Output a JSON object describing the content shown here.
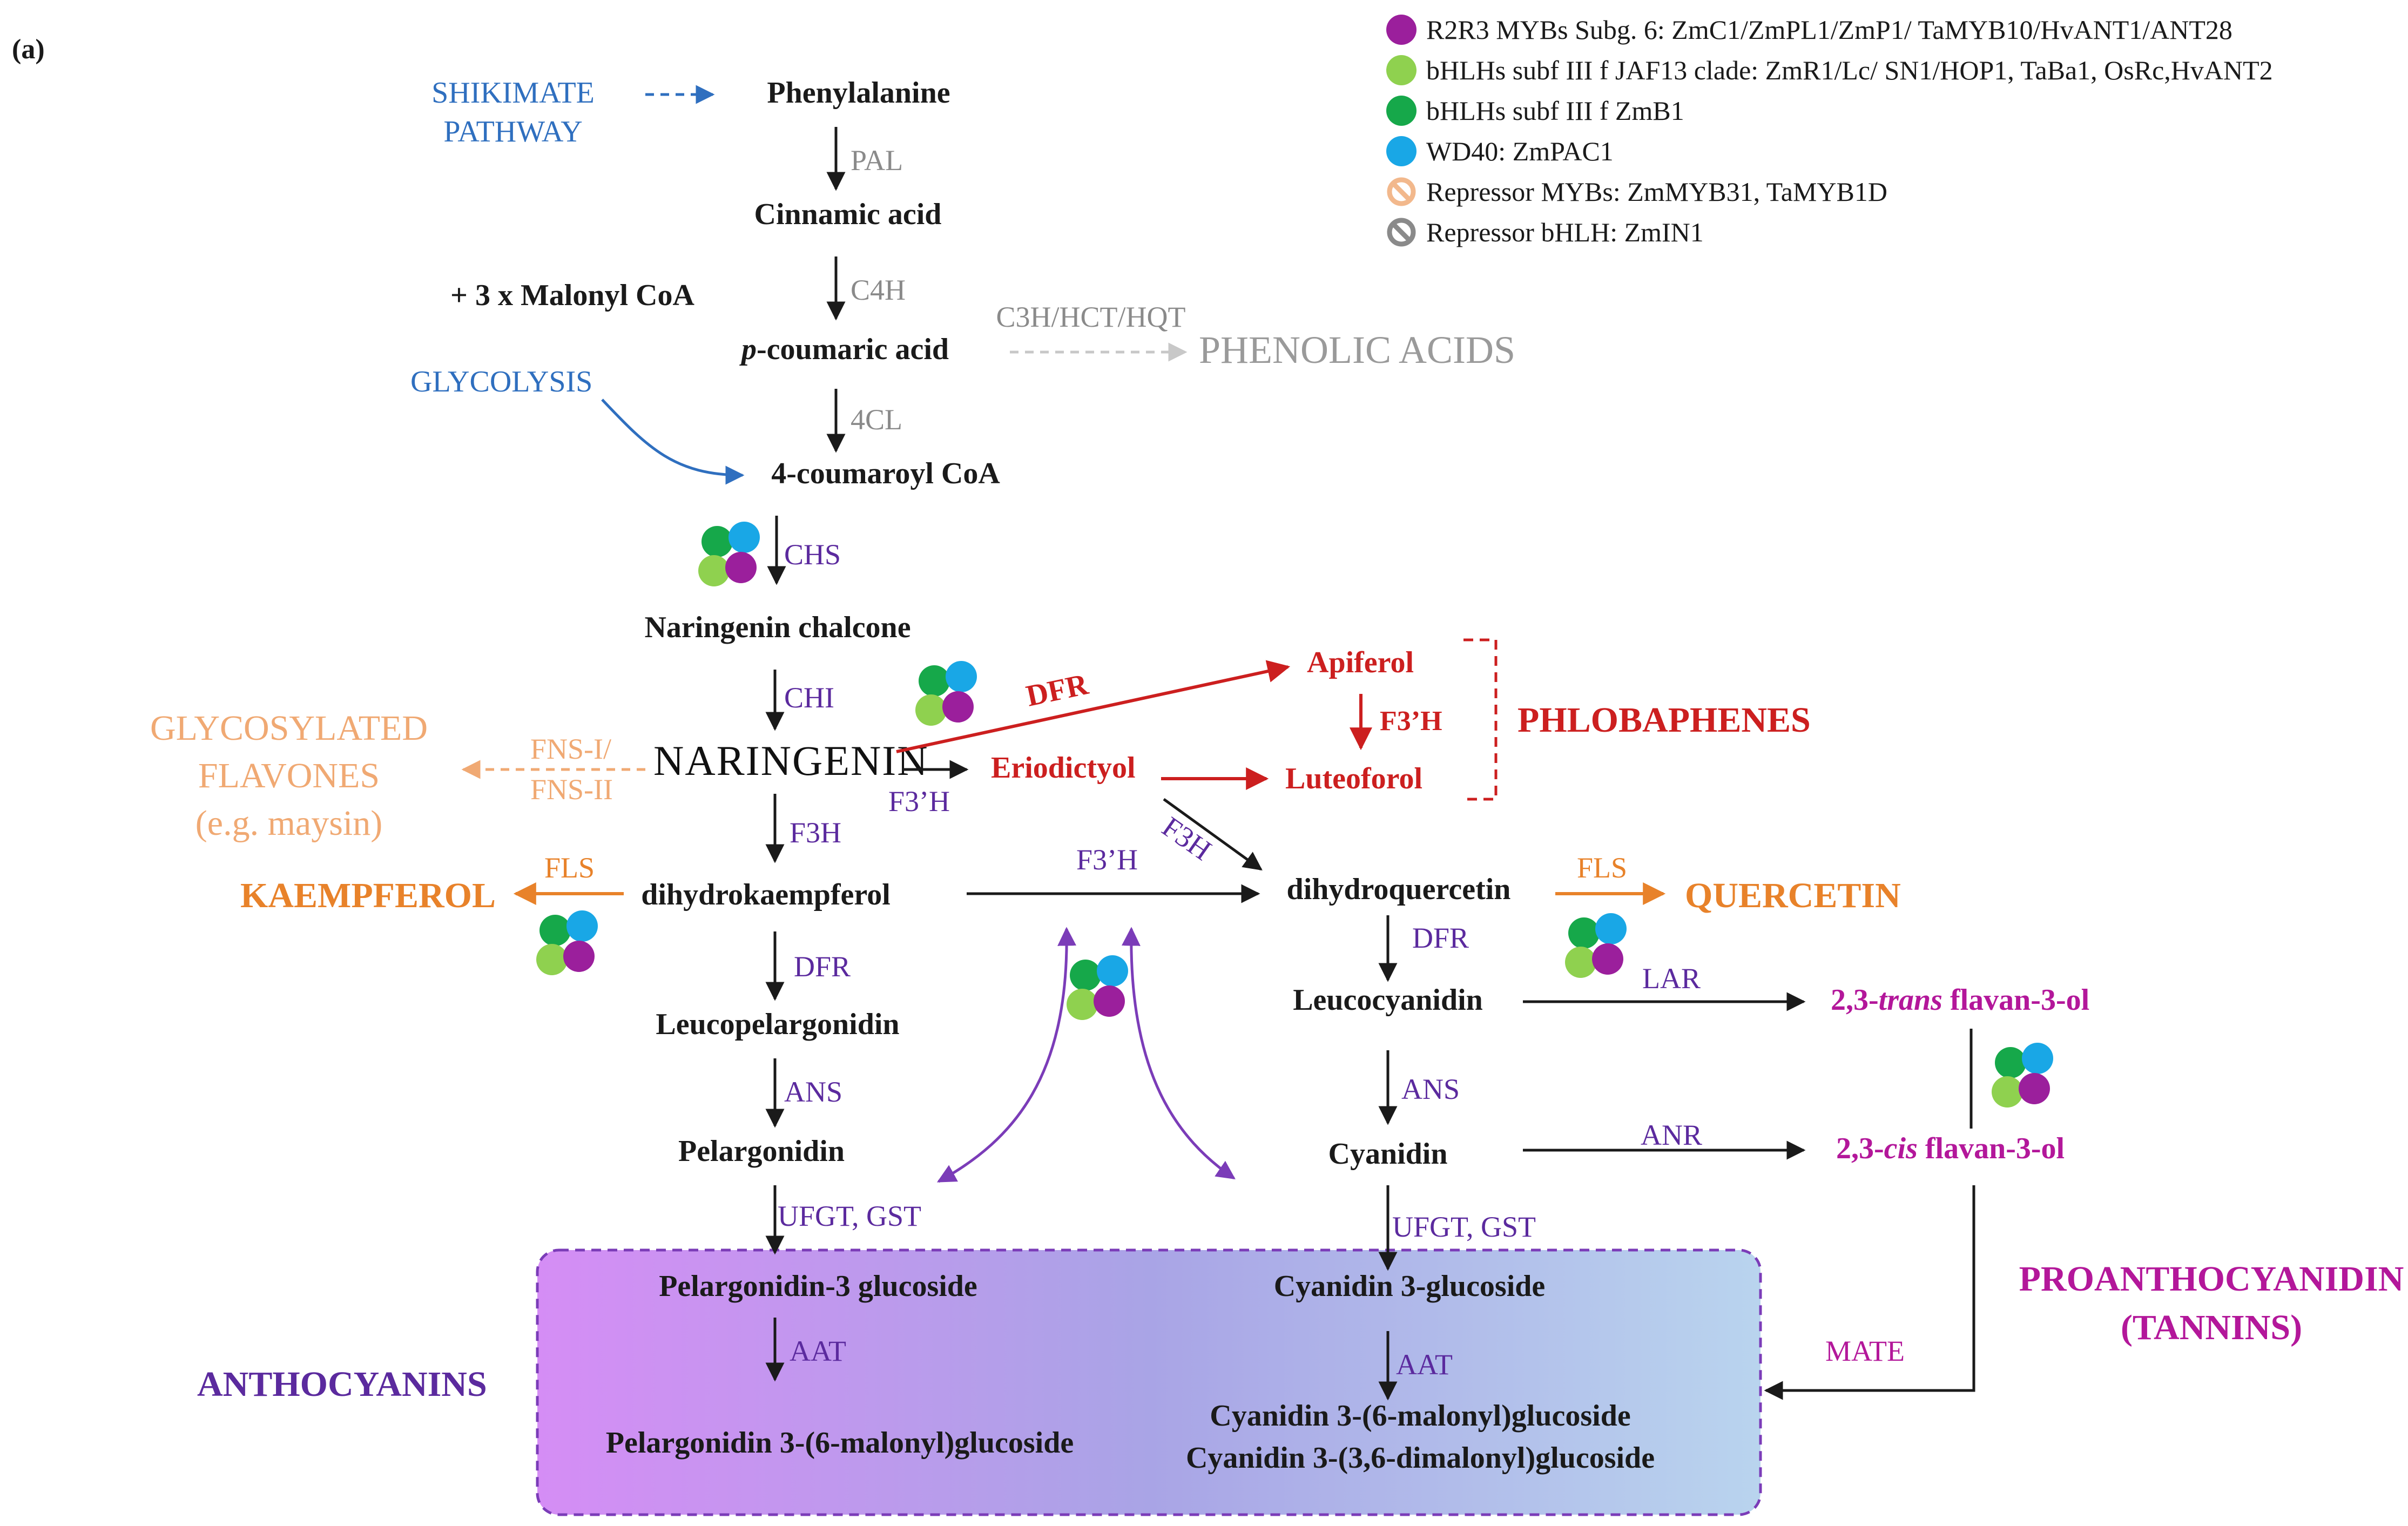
{
  "panel_label": "(a)",
  "legend": [
    {
      "color": "#9b1f9c",
      "type": "dot",
      "icon": "purple-dot-icon",
      "text": "R2R3 MYBs Subg. 6: ZmC1/ZmPL1/ZmP1/ TaMYB10/HvANT1/ANT28"
    },
    {
      "color": "#8fd14f",
      "type": "dot",
      "icon": "light-green-dot-icon",
      "text": "bHLHs subf III f JAF13 clade: ZmR1/Lc/ SN1/HOP1, TaBa1, OsRc,HvANT2"
    },
    {
      "color": "#16a84a",
      "type": "dot",
      "icon": "green-dot-icon",
      "text": "bHLHs subf III f ZmB1"
    },
    {
      "color": "#19a7e6",
      "type": "dot",
      "icon": "blue-dot-icon",
      "text": "WD40: ZmPAC1"
    },
    {
      "color": "#f2b88c",
      "type": "prohibit",
      "icon": "orange-prohibit-icon",
      "text": "Repressor MYBs: ZmMYB31, TaMYB1D"
    },
    {
      "color": "#8a8a8a",
      "type": "prohibit",
      "icon": "gray-prohibit-icon",
      "text": "Repressor bHLH: ZmIN1"
    }
  ],
  "pathways": {
    "shikimate": "SHIKIMATE\nPATHWAY",
    "shikimate_line1": "SHIKIMATE",
    "shikimate_line2": "PATHWAY",
    "glycolysis": "GLYCOLYSIS"
  },
  "compounds": {
    "phenylalanine": "Phenylalanine",
    "cinnamic_acid": "Cinnamic acid",
    "malonyl": "+ 3 x Malonyl CoA",
    "p_coumaric_prefix": "p",
    "p_coumaric_rest": "-coumaric acid",
    "coumaroyl": "4-coumaroyl CoA",
    "naringenin_chalcone": "Naringenin chalcone",
    "naringenin": "NARINGENIN",
    "dihydrokaempferol": "dihydrokaempferol",
    "leucopelargonidin": "Leucopelargonidin",
    "pelargonidin": "Pelargonidin",
    "dihydroquercetin": "dihydroquercetin",
    "leucocyanidin": "Leucocyanidin",
    "cyanidin": "Cyanidin",
    "apiferol": "Apiferol",
    "eriodictyol": "Eriodictyol",
    "luteoforol": "Luteoforol",
    "trans_prefix": "2,3-",
    "trans_italic": "trans",
    "trans_suffix": " flavan-3-ol",
    "cis_prefix": "2,3-",
    "cis_italic": "cis",
    "cis_suffix": " flavan-3-ol",
    "pel3g": "Pelargonidin-3 glucoside",
    "pel3mg": "Pelargonidin 3-(6-malonyl)glucoside",
    "cy3g": "Cyanidin 3-glucoside",
    "cy3mg": "Cyanidin 3-(6-malonyl)glucoside",
    "cy3dmg": "Cyanidin 3-(3,6-dimalonyl)glucoside"
  },
  "enzymes": {
    "pal": "PAL",
    "c4h": "C4H",
    "c3h": "C3H/HCT/HQT",
    "cl4": "4CL",
    "chs": "CHS",
    "chi": "CHI",
    "dfr_red": "DFR",
    "f3h_red": "F3’H",
    "fns1": "FNS-I/",
    "fns2": "FNS-II",
    "f3ph_naringenin": "F3’H",
    "f3h_diag": "F3H",
    "f3h": "F3H",
    "fls_left": "FLS",
    "f3ph_mid": "F3’H",
    "fls_right": "FLS",
    "dfr_left": "DFR",
    "dfr_right": "DFR",
    "lar": "LAR",
    "ans_left": "ANS",
    "ans_right": "ANS",
    "anr": "ANR",
    "ufgt_left": "UFGT, GST",
    "ufgt_right": "UFGT, GST",
    "aat_left": "AAT",
    "aat_right": "AAT",
    "mate": "MATE"
  },
  "products": {
    "phenolic_acids": "PHENOLIC ACIDS",
    "glycosylated_1": "GLYCOSYLATED",
    "glycosylated_2": "FLAVONES",
    "glycosylated_3": "(e.g. maysin)",
    "kaempferol": "KAEMPFEROL",
    "quercetin": "QUERCETIN",
    "phlobaphenes": "PHLOBAPHENES",
    "proanthocyanidin_1": "PROANTHOCYANIDIN",
    "proanthocyanidin_2": "(TANNINS)",
    "anthocyanins": "ANTHOCYANINS"
  },
  "colors": {
    "enzyme": "#5b2a9e",
    "phlobaphene": "#cc1f1f",
    "flavonol": "#e8822a",
    "flavone": "#f0a973",
    "proanthocyanidin": "#b3179a",
    "pathway": "#2f6fbf",
    "box_left": "#d58df5",
    "box_right": "#b9d4ee"
  }
}
